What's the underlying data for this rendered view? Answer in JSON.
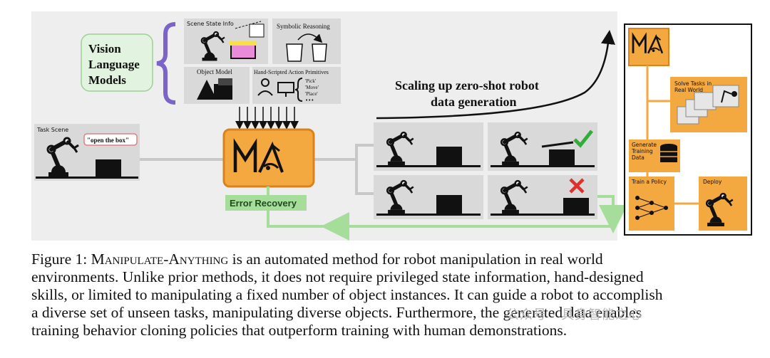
{
  "panel": {
    "vlm_label_1": "Vision",
    "vlm_label_2": "Language",
    "vlm_label_3": "Models",
    "scene_state": "Scene State Info",
    "symbolic": "Symbolic Reasoning",
    "object_model": "Object Model",
    "primitives": "Hand-Scripted Action Primitives",
    "prim_pick": "'Pick'",
    "prim_move": "'Move'",
    "prim_place": "'Place'",
    "prim_more": "•••",
    "task_scene": "Task Scene",
    "instruction": "\"open the box\"",
    "error_recovery": "Error Recovery",
    "scaling_1": "Scaling up zero-shot robot",
    "scaling_2": "data generation",
    "solve_tasks_1": "Solve Tasks in",
    "solve_tasks_2": "Real World",
    "generate_1": "Generate",
    "generate_2": "Training",
    "generate_3": "Data",
    "train_policy": "Train a Policy",
    "deploy": "Deploy"
  },
  "caption": {
    "fig_num": "Figure 1:",
    "method": "Manipulate-Anything",
    "line1_rest": " is an automated method for robot manipulation in real world",
    "line2": "environments. Unlike prior methods, it does not require privileged state information, hand-designed",
    "line3": "skills, or limited to manipulating a fixed number of object instances. It can guide a robot to accomplish",
    "line4": "a diverse set of unseen tasks, manipulating diverse objects. Furthermore, the generated data enables",
    "line5": "training behavior cloning policies that outperform training with human demonstrations."
  },
  "watermark": "公众号 · 具身智能之心",
  "colors": {
    "orange": "#f4a840",
    "orange_border": "#d9821e",
    "green": "#a6dd9a",
    "panel_bg": "#eeeeee",
    "tile_bg": "#d9d9d9"
  }
}
